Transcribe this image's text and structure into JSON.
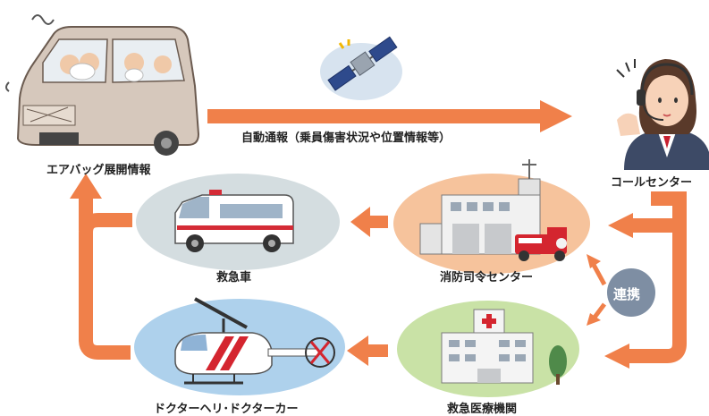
{
  "nodes": {
    "car": "エアバッグ展開情報",
    "call_center": "コールセンター",
    "fire_command": "消防司令センター",
    "ambulance": "救急車",
    "medical": "救急医療機関",
    "doctor_heli": "ドクターヘリ･ドクターカー"
  },
  "edges": {
    "auto_notify": "自動通報（乗員傷害状況や位置情報等）",
    "cooperation": "連携"
  },
  "colors": {
    "arrow": "#f0804a",
    "ellipse_gray": "#d4dde0",
    "ellipse_orange": "#f6c39c",
    "ellipse_blue": "#aed1ec",
    "ellipse_green": "#c9e2a6",
    "badge": "#7e8ea3"
  }
}
